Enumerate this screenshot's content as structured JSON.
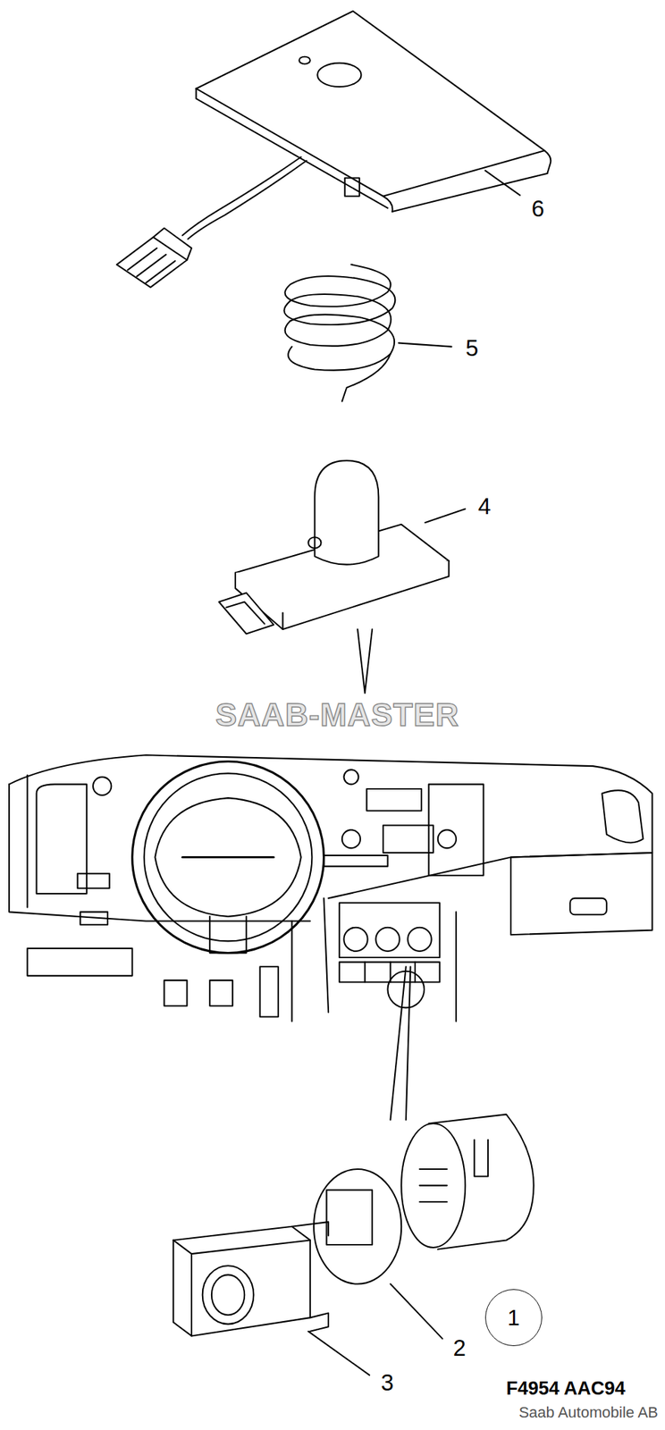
{
  "diagram": {
    "nodes": [
      {
        "text": [
          "1"
        ]
      }
    ],
    "labels": [
      "6",
      "5",
      "4",
      "SAAB-MASTER",
      "2",
      "3",
      "F4954 AAC94",
      "Saab Automobile AB"
    ]
  }
}
